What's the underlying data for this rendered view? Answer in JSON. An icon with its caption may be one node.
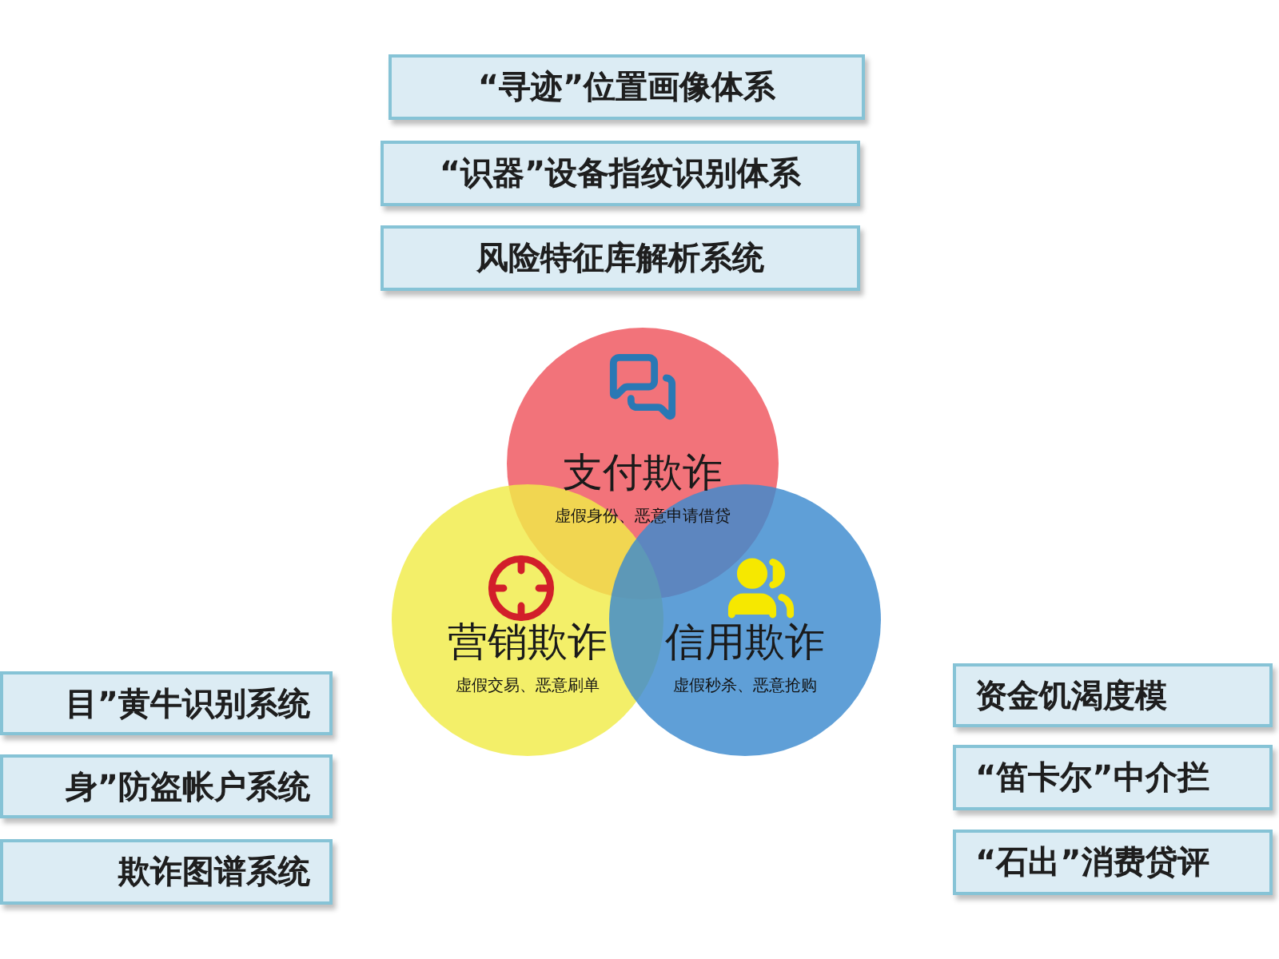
{
  "diagram": {
    "nodes": [
      {
        "text": [
          "“寻迹”位置画像体系"
        ]
      },
      {
        "text": [
          "“识器”设备指纹识别体系"
        ]
      },
      {
        "text": [
          "风险特征库解析系统"
        ]
      },
      {
        "text": [
          "支付欺诈",
          "虚假身份、恶意申请借贷"
        ]
      },
      {
        "text": [
          "营销欺诈",
          "虚假交易、恶意刷单"
        ]
      },
      {
        "text": [
          "信用欺诈",
          "虚假秒杀、恶意抢购"
        ]
      },
      {
        "text": [
          "目”黄牛识别系统"
        ]
      },
      {
        "text": [
          "身”防盗帐户系统"
        ]
      },
      {
        "text": [
          "欺诈图谱系统"
        ]
      },
      {
        "text": [
          "资金饥渴度模"
        ]
      },
      {
        "text": [
          "“笛卡尔”中介拦"
        ]
      },
      {
        "text": [
          "“石出”消费贷评"
        ]
      }
    ]
  }
}
